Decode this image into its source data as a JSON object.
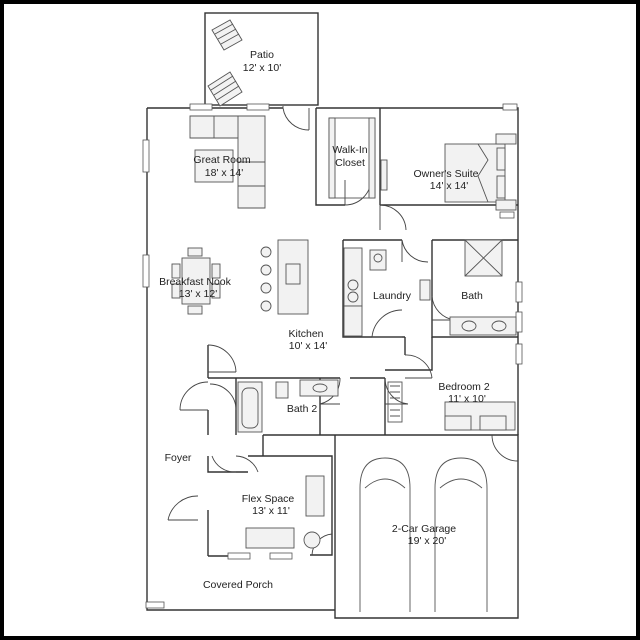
{
  "rooms": {
    "patio": {
      "name": "Patio",
      "size": "12' x 10'"
    },
    "great_room": {
      "name": "Great Room",
      "size": "18' x 14'"
    },
    "walk_in_closet": {
      "name_line1": "Walk-In",
      "name_line2": "Closet"
    },
    "owners_suite": {
      "name": "Owner's Suite",
      "size": "14' x 14'"
    },
    "breakfast_nook": {
      "name": "Breakfast Nook",
      "size": "13' x 12'"
    },
    "laundry": {
      "name": "Laundry"
    },
    "bath": {
      "name": "Bath"
    },
    "kitchen": {
      "name": "Kitchen",
      "size": "10' x 14'"
    },
    "bedroom_2": {
      "name": "Bedroom 2",
      "size": "11' x 10'"
    },
    "bath_2": {
      "name": "Bath 2"
    },
    "foyer": {
      "name": "Foyer"
    },
    "flex_space": {
      "name": "Flex Space",
      "size": "13' x 11'"
    },
    "garage": {
      "name": "2-Car Garage",
      "size": "19' x 20'"
    },
    "covered_porch": {
      "name": "Covered Porch"
    }
  },
  "colors": {
    "frame": "#000000",
    "paper": "#ffffff",
    "line": "#333333",
    "furniture_fill": "#f2f2f2"
  }
}
